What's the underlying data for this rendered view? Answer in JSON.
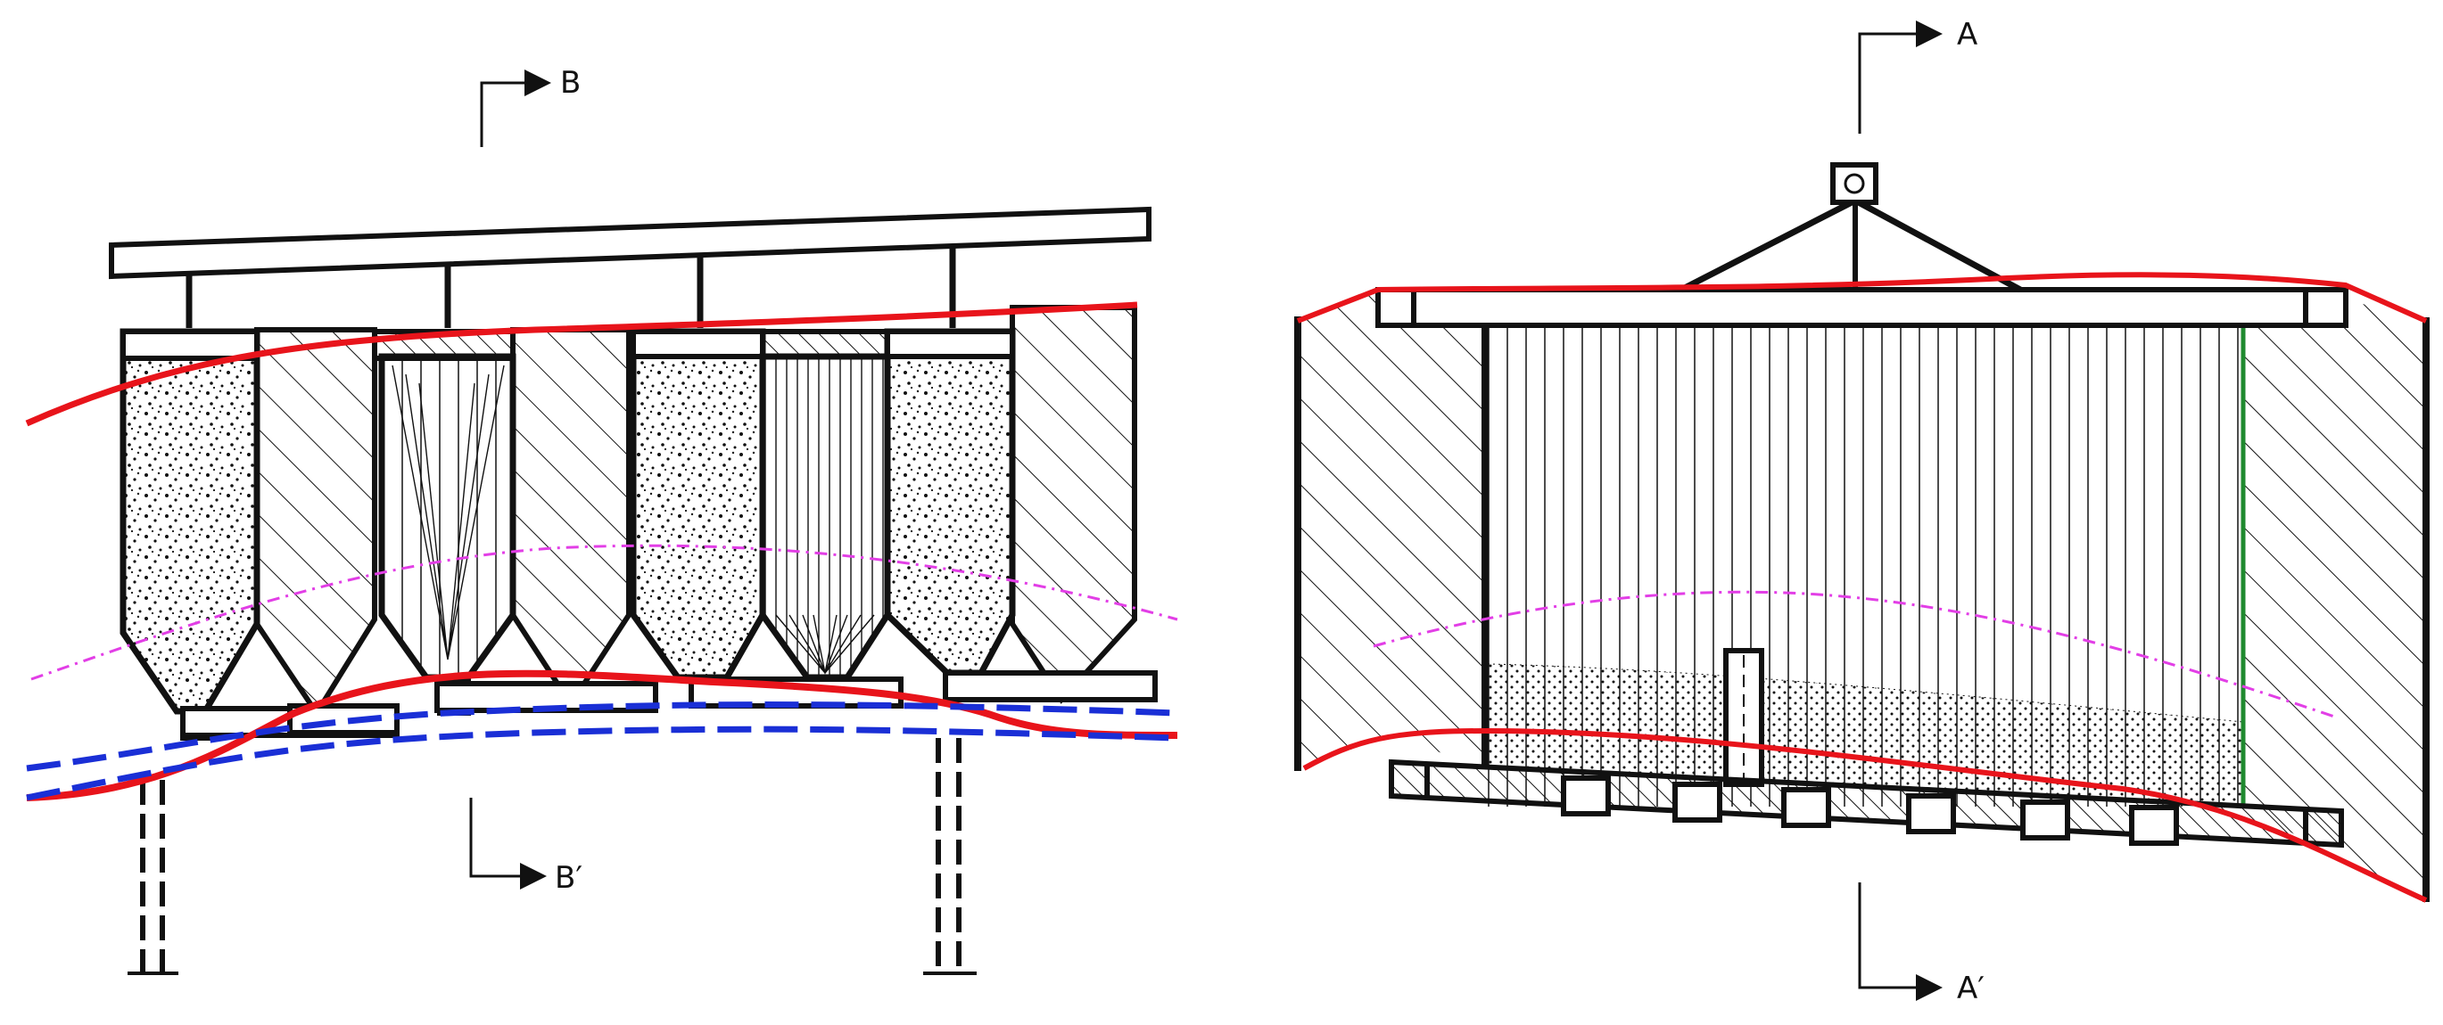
{
  "labels": {
    "section_b": "B",
    "section_b_prime": "B′",
    "section_a": "A",
    "section_a_prime": "A′"
  },
  "colors": {
    "outline": "#111111",
    "red_line": "#e8141b",
    "blue_line": "#1a2fd6",
    "magenta_line": "#e23ee6",
    "green_line": "#1f8a2f",
    "background": "#ffffff"
  }
}
